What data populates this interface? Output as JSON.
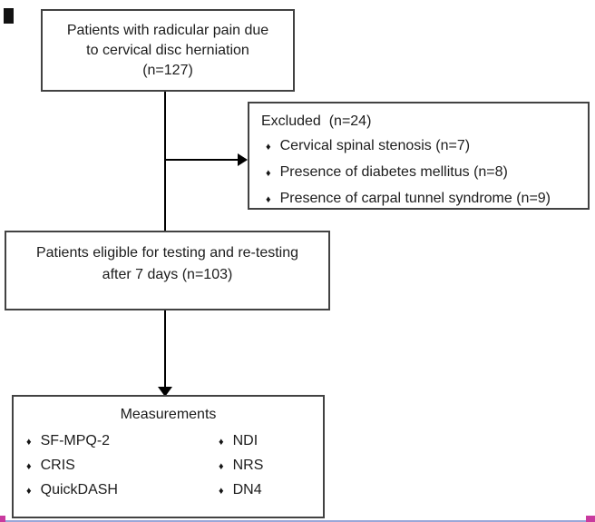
{
  "flow": {
    "top_box": {
      "line1": "Patients with radicular pain due",
      "line2": "to cervical disc herniation",
      "line3": "(n=127)"
    },
    "excluded_box": {
      "title": "Excluded  (n=24)",
      "items": [
        "Cervical spinal stenosis (n=7)",
        "Presence of diabetes mellitus (n=8)",
        "Presence of carpal tunnel syndrome (n=9)"
      ]
    },
    "eligible_box": {
      "line1": "Patients eligible for testing and re-testing",
      "line2": "after 7 days (n=103)"
    },
    "measurements_box": {
      "title": "Measurements",
      "left_items": [
        "SF-MPQ-2",
        "CRIS",
        "QuickDASH"
      ],
      "right_items": [
        "NDI",
        "NRS",
        "DN4"
      ]
    }
  },
  "bullet": "♦",
  "colors": {
    "box_border": "#424242",
    "connector": "#000000",
    "text": "#1c1c1c",
    "artifact_black": "#121212",
    "artifact_magenta": "#c93a9f",
    "bottom_edge_line": "#9aa7d8"
  }
}
